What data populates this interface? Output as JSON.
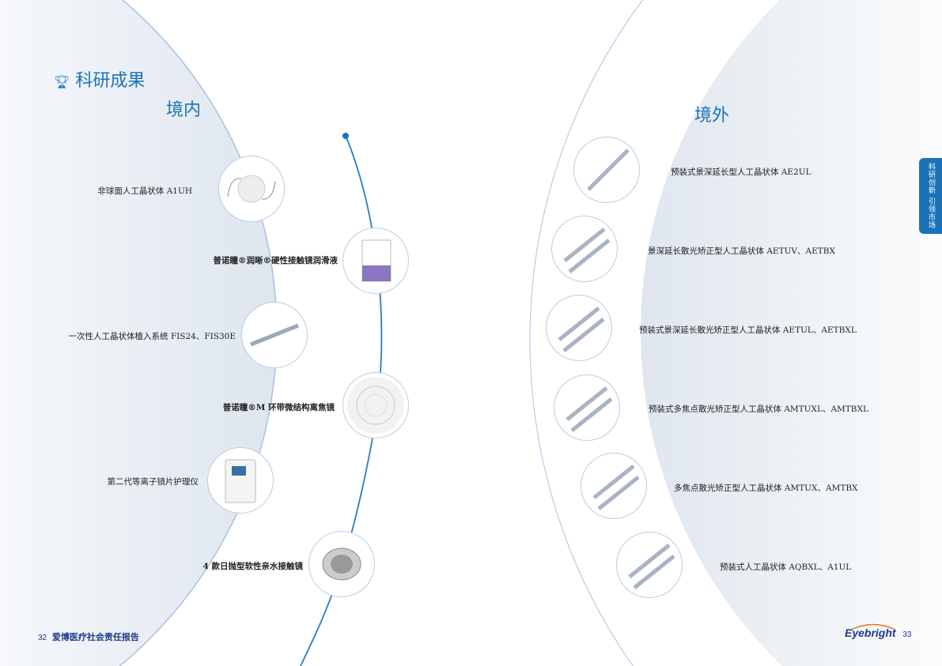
{
  "left_page": {
    "section_title": "科研成果",
    "subtitle": "境内",
    "items": [
      {
        "label": "非球面人工晶状体 A1UH"
      },
      {
        "label": "普诺瞳®润晰®硬性接触镜润滑液"
      },
      {
        "label": "一次性人工晶状体植入系统 FIS24、FIS30E"
      },
      {
        "label": "普诺瞳®M 环带微结构离焦镜"
      },
      {
        "label": "第二代等离子镜片护理仪"
      },
      {
        "label": "4 款日抛型软性亲水接触镜"
      }
    ],
    "page_number": "32",
    "footer_title": "爱博医疗社会责任报告"
  },
  "right_page": {
    "subtitle": "境外",
    "items": [
      {
        "label": "预装式景深延长型人工晶状体 AE2UL"
      },
      {
        "label": "景深延长散光矫正型人工晶状体 AETUV、AETBX"
      },
      {
        "label": "预装式景深延长散光矫正型人工晶状体 AETUL、AETBXL"
      },
      {
        "label": "预装式多焦点散光矫正型人工晶状体 AMTUXL、AMTBXL"
      },
      {
        "label": "多焦点散光矫正型人工晶状体 AMTUX、AMTBX"
      },
      {
        "label": "预装式人工晶状体 AQBXL、A1UL"
      }
    ],
    "side_tab": "科研创新 引领市场",
    "logo": "Eyebright",
    "page_number": "33"
  },
  "colors": {
    "accent": "#1a73b8",
    "footer": "#1e3a8a",
    "logo_arc": "#e87722"
  }
}
